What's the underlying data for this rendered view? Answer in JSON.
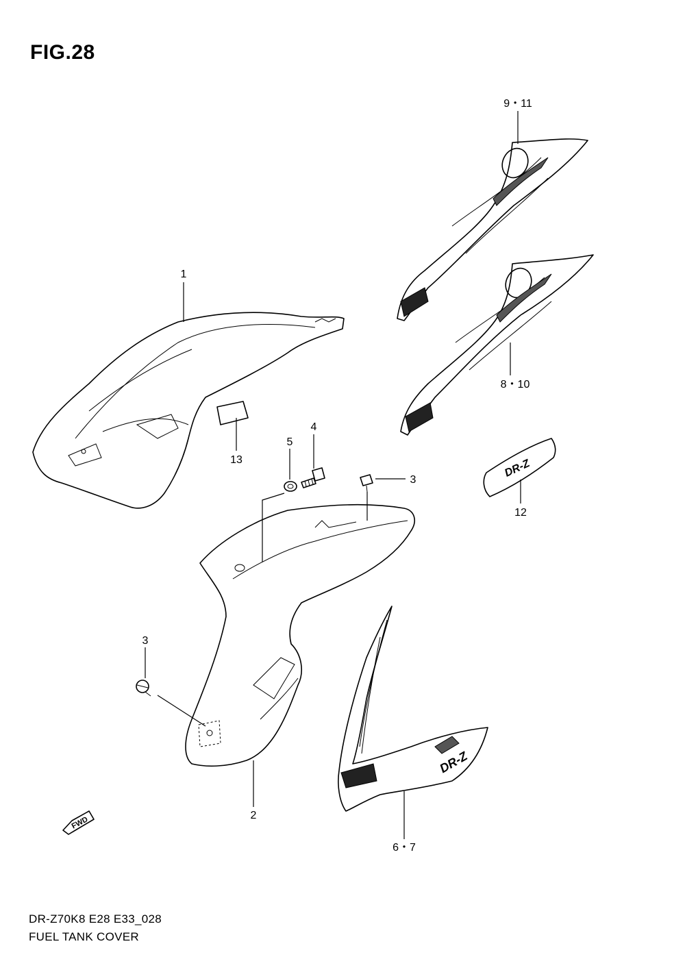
{
  "figure": {
    "title": "FIG.28"
  },
  "footer": {
    "model_code": "DR-Z70K8 E28 E33_028",
    "section_name": "FUEL TANK COVER"
  },
  "callouts": {
    "c1": "1",
    "c2": "2",
    "c3a": "3",
    "c3b": "3",
    "c4": "4",
    "c5": "5",
    "c6_7": "6・7",
    "c8_10": "8・10",
    "c9_11": "9・11",
    "c12": "12",
    "c13": "13"
  },
  "badges": {
    "fwd": "FWD",
    "emblem": "DR-Z"
  }
}
